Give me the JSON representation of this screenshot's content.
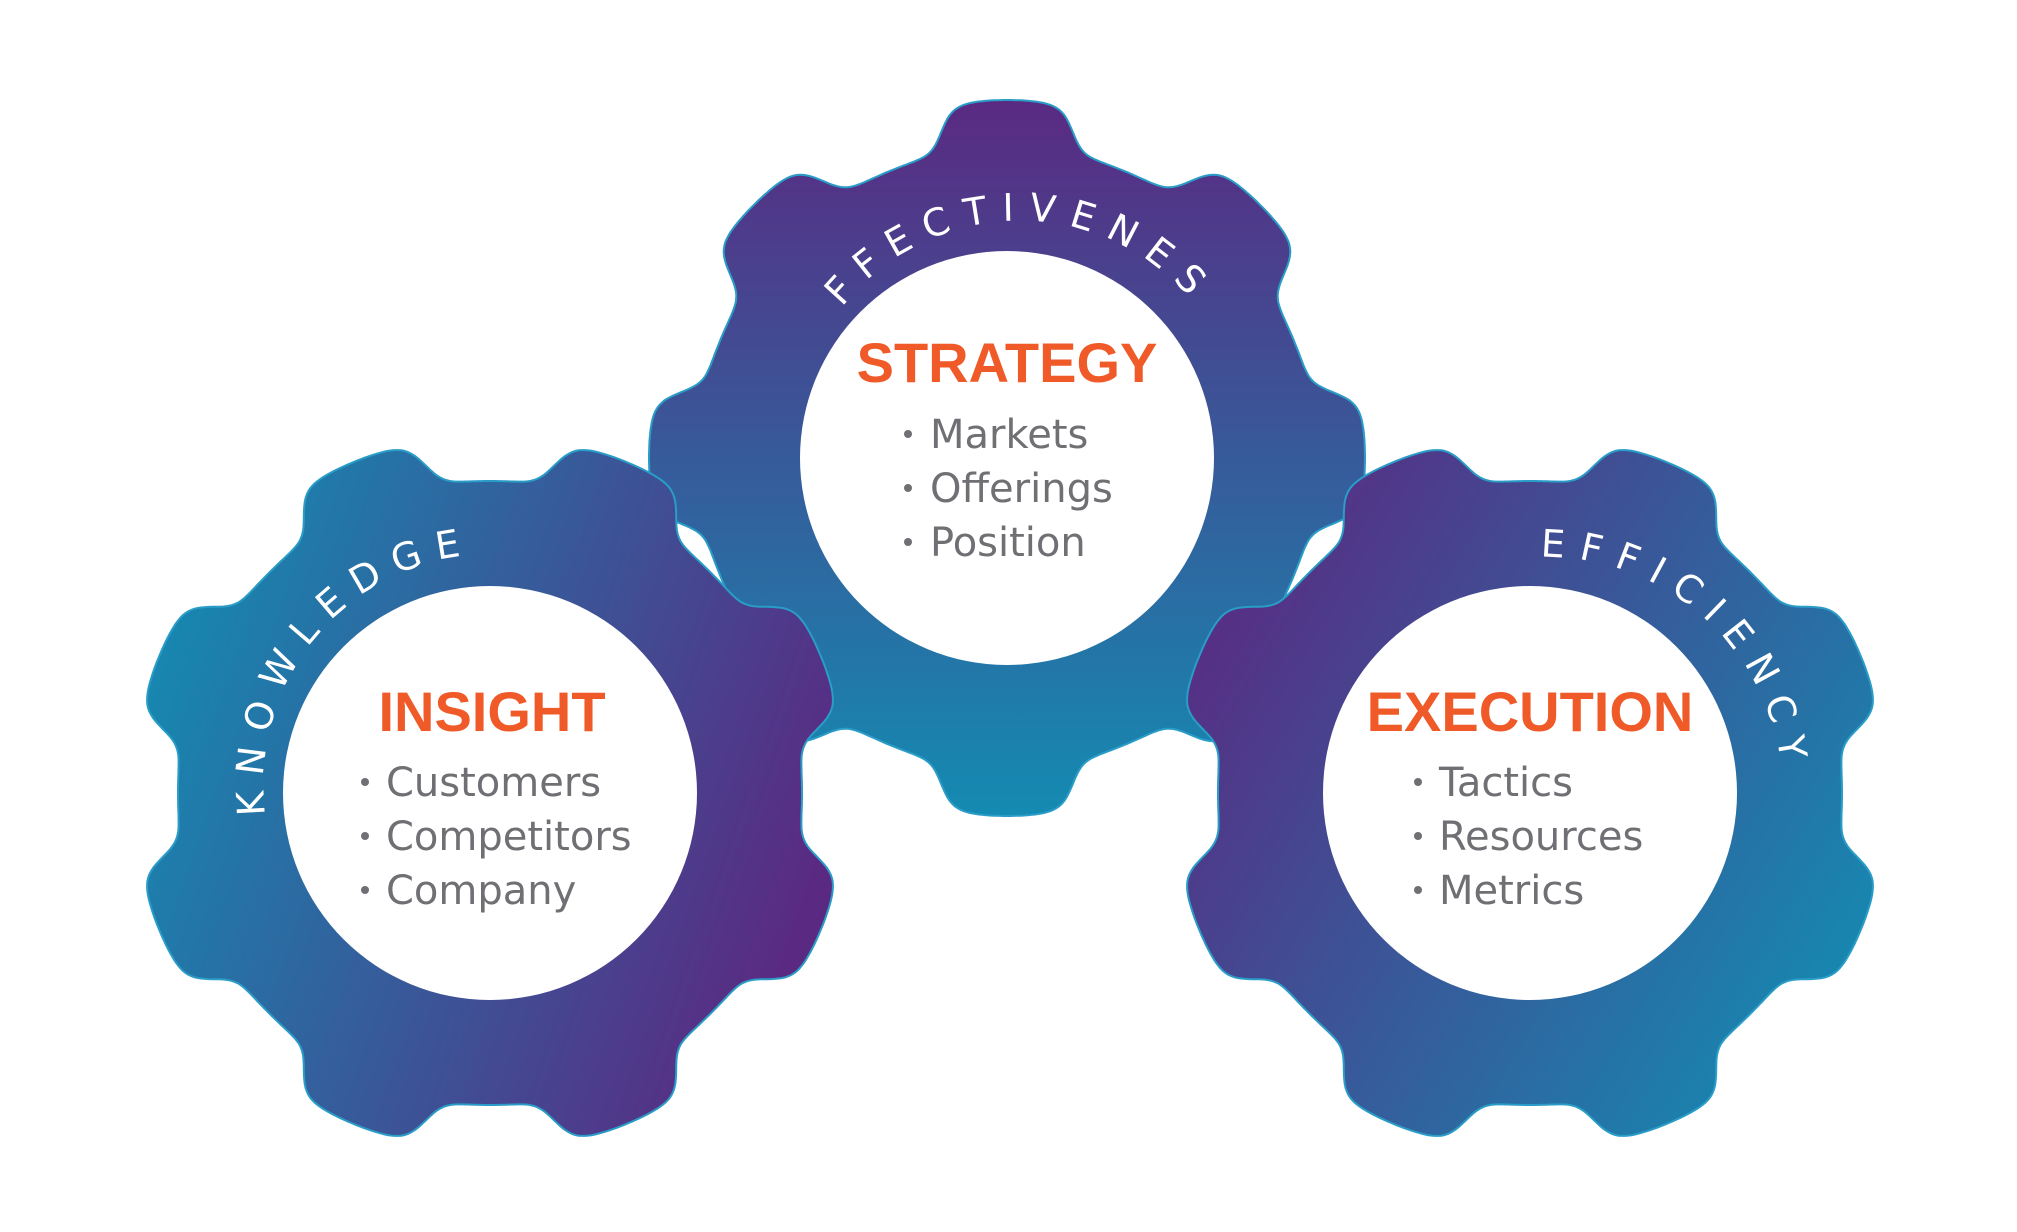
{
  "colors": {
    "purple": "#5a2a82",
    "teal": "#148bb2",
    "title": "#ef5a28",
    "item": "#6f6f74",
    "outline": "#2a9cc8"
  },
  "gears": [
    {
      "id": "strategy",
      "arc_label": "EFFECTIVENESS",
      "title": "STRATEGY",
      "items": [
        "Markets",
        "Offerings",
        "Position"
      ]
    },
    {
      "id": "insight",
      "arc_label": "KNOWLEDGE",
      "title": "INSIGHT",
      "items": [
        "Customers",
        "Competitors",
        "Company"
      ]
    },
    {
      "id": "execution",
      "arc_label": "EFFICIENCY",
      "title": "EXECUTION",
      "items": [
        "Tactics",
        "Resources",
        "Metrics"
      ]
    }
  ]
}
